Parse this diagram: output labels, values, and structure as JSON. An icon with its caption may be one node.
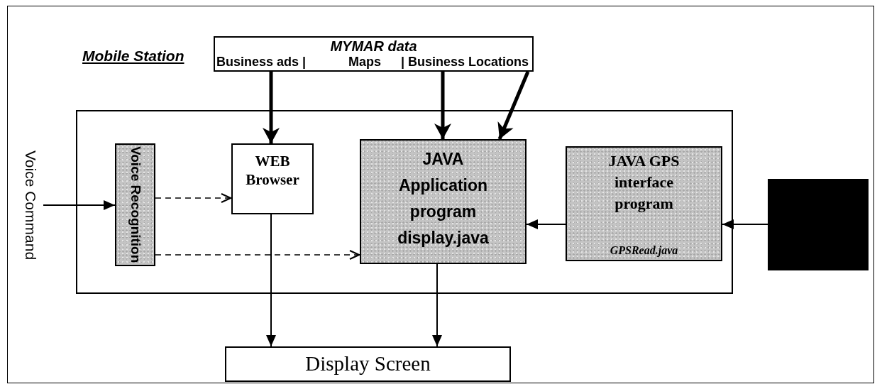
{
  "diagram": {
    "nodes": [
      {
        "text": [
          "Mobile Station"
        ]
      },
      {
        "text": [
          "MYMAR data",
          "Business ads |",
          "Maps",
          "| Business Locations"
        ],
        "in": 0
      },
      {
        "text": [],
        "shape": "box",
        "in": 0
      },
      {
        "text": [
          "Voice Recognition"
        ],
        "in": 2
      },
      {
        "text": [
          "WEB Browser"
        ],
        "in": 2
      },
      {
        "text": [
          "JAVA Application program display.java"
        ],
        "in": 2
      },
      {
        "text": [
          "JAVA GPS interface program",
          "GPSRead.java"
        ],
        "in": 2
      },
      {
        "text": [],
        "shape": "box",
        "in": 0
      },
      {
        "text": [
          "Display Screen"
        ],
        "in": 0
      },
      {
        "text": [
          "Voice Command"
        ],
        "in": 0
      }
    ],
    "edges": [
      {
        "from": 9,
        "to": 3,
        "arrow": "to"
      },
      {
        "from": 3,
        "to": 4,
        "arrow": "to",
        "style": "dashed"
      },
      {
        "from": 3,
        "to": 5,
        "arrow": "to",
        "style": "dashed"
      },
      {
        "from": 1,
        "to": 4,
        "arrow": "to",
        "style": "thick"
      },
      {
        "from": 1,
        "to": 5,
        "arrow": "to",
        "style": "thick"
      },
      {
        "from": 1,
        "to": 5,
        "arrow": "to",
        "style": "thick"
      },
      {
        "from": 7,
        "to": 6,
        "arrow": "to"
      },
      {
        "from": 6,
        "to": 5,
        "arrow": "to"
      },
      {
        "from": 4,
        "to": 8,
        "arrow": "to"
      },
      {
        "from": 5,
        "to": 8,
        "arrow": "to"
      }
    ]
  }
}
